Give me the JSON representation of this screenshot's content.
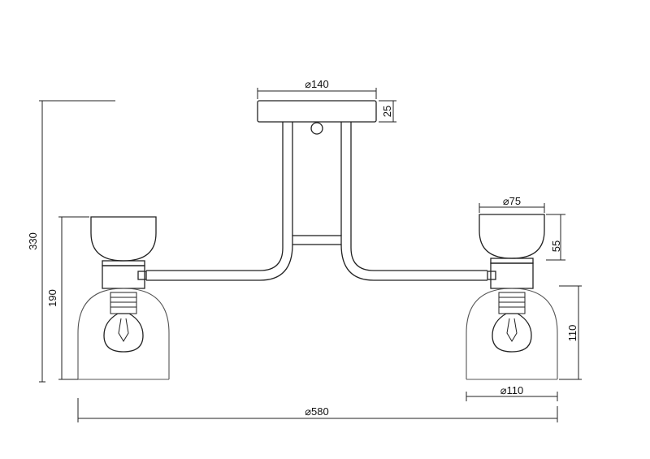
{
  "dimensions": {
    "canopy_diameter": "⌀140",
    "canopy_height": "25",
    "cup_diameter": "⌀75",
    "cup_height": "55",
    "total_height": "330",
    "lamp_height": "190",
    "shade_height": "110",
    "shade_diameter": "⌀110",
    "total_diameter": "⌀580"
  },
  "colors": {
    "line": "#222222",
    "background": "#ffffff"
  }
}
